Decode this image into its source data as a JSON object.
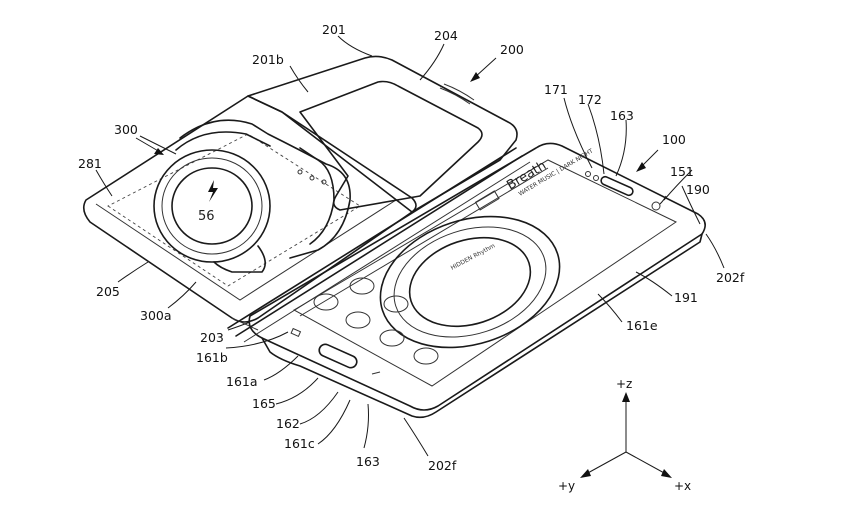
{
  "refs": {
    "r100": "100",
    "r151": "151",
    "r161a": "161a",
    "r161b": "161b",
    "r161c": "161c",
    "r161e": "161e",
    "r162": "162",
    "r163a": "163",
    "r163b": "163",
    "r165": "165",
    "r171": "171",
    "r172": "172",
    "r190": "190",
    "r191": "191",
    "r200": "200",
    "r201": "201",
    "r201b": "201b",
    "r202f_right": "202f",
    "r202f_bottom": "202f",
    "r203": "203",
    "r204": "204",
    "r205": "205",
    "r281": "281",
    "r300": "300",
    "r300a": "300a"
  },
  "watch": {
    "number": "56"
  },
  "phone": {
    "title": "Breath",
    "header": "WATER MUSIC | DARK NIGHT",
    "ring_center": "HIDDEN Rhythm"
  },
  "axes": {
    "z": "+z",
    "y": "+y",
    "x": "+x"
  }
}
